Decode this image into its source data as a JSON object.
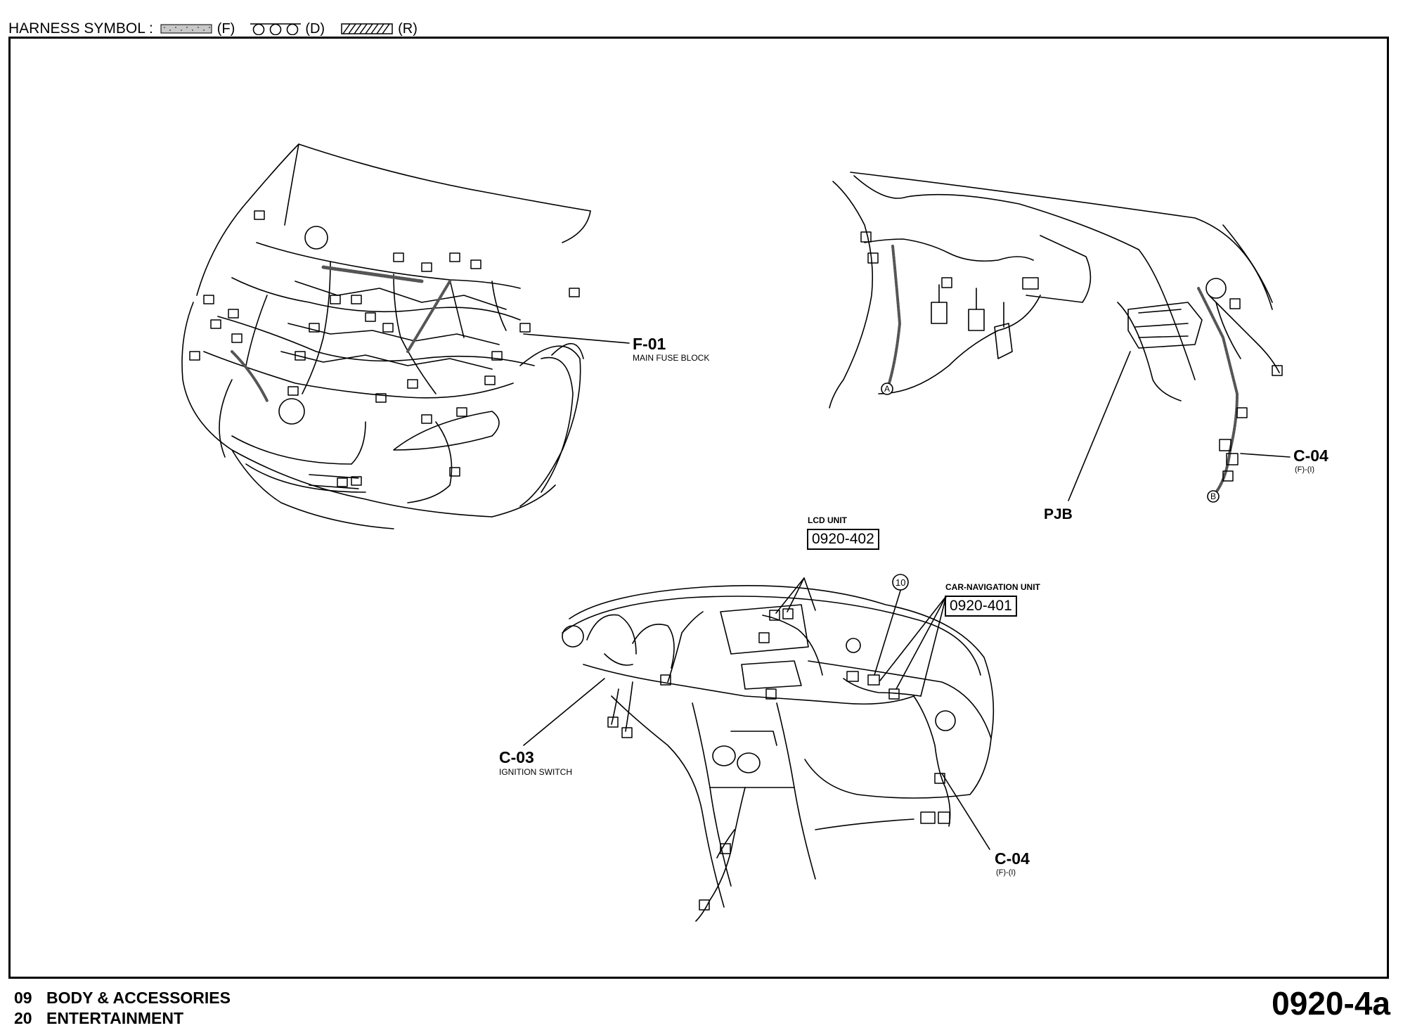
{
  "legend": {
    "title": "HARNESS SYMBOL :",
    "items": [
      {
        "symbol": "dotted-band",
        "code": "(F)"
      },
      {
        "symbol": "chain-circles",
        "code": "(D)"
      },
      {
        "symbol": "hatched-band",
        "code": "(R)"
      }
    ]
  },
  "labels": {
    "f01": {
      "code": "F-01",
      "name": "MAIN FUSE BLOCK"
    },
    "c04_top": {
      "code": "C-04",
      "sub": "(F)-(I)"
    },
    "pjb": "PJB",
    "c03": {
      "code": "C-03",
      "name": "IGNITION SWITCH"
    },
    "c04_bottom": {
      "code": "C-04",
      "sub": "(F)-(I)"
    },
    "lcd": {
      "name": "LCD UNIT",
      "ref": "0920-402"
    },
    "nav": {
      "name": "CAR-NAVIGATION UNIT",
      "ref": "0920-401"
    },
    "markers": {
      "a": "A",
      "b": "B",
      "ten": "10"
    }
  },
  "footer": {
    "line1_num": "09",
    "line1_text": "BODY & ACCESSORIES",
    "line2_num": "20",
    "line2_text": "ENTERTAINMENT",
    "sheet": "0920-4a"
  }
}
